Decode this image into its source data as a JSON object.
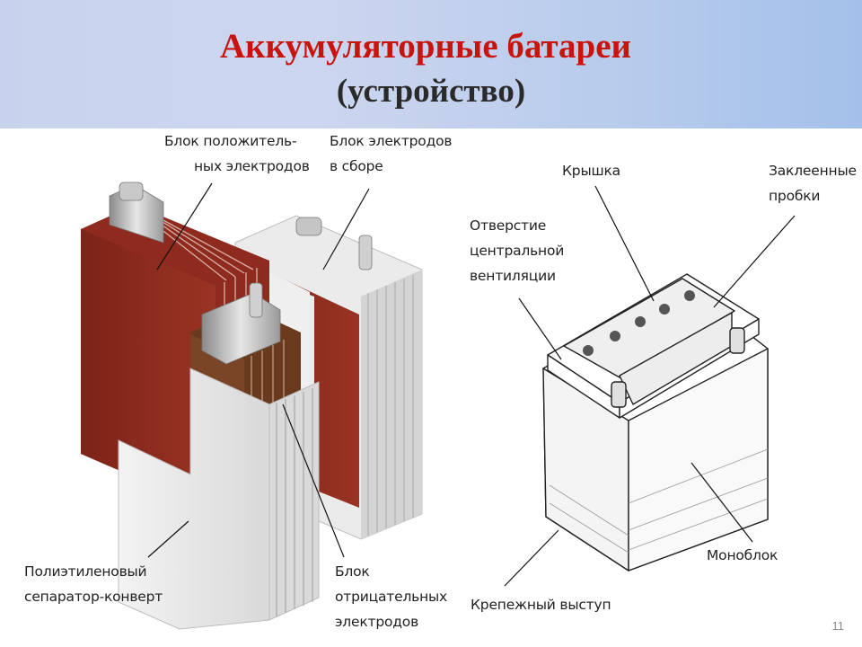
{
  "title": {
    "line1": "Аккумуляторные батареи",
    "line2": "(устройство)"
  },
  "labels": {
    "positive_block": [
      "Блок положитель-",
      "ных электродов"
    ],
    "assembled_block": [
      "Блок электродов",
      "в сборе"
    ],
    "separator": [
      "Полиэтиленовый",
      "сепаратор-конверт"
    ],
    "negative_block": [
      "Блок",
      "отрицательных",
      "электродов"
    ],
    "lid": [
      "Крышка"
    ],
    "sealed_plugs": [
      "Заклеенные",
      "пробки"
    ],
    "vent_hole": [
      "Отверстие",
      "центральной",
      "вентиляции"
    ],
    "monoblock": [
      "Моноблок"
    ],
    "mounting_ledge": [
      "Крепежный выступ"
    ]
  },
  "page_number": "11",
  "colors": {
    "title_red": "#c8140c",
    "plate_red": "#8e2a1e",
    "plate_brown": "#6a3a1e",
    "separator_gray": "#e8e8e8"
  }
}
